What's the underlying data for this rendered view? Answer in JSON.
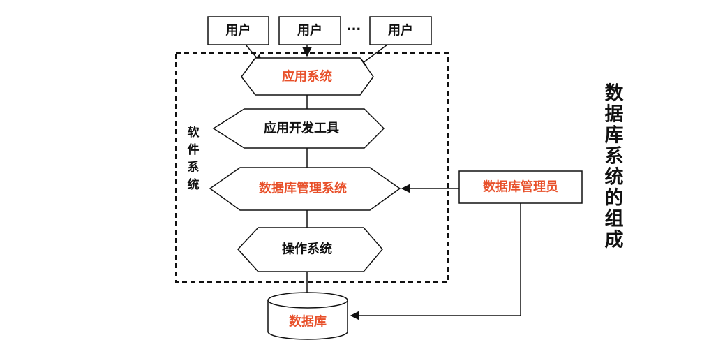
{
  "colors": {
    "accent": "#e8502a",
    "text": "#111111",
    "stroke": "#111111",
    "background": "#ffffff"
  },
  "users": {
    "user_label": "用户",
    "ellipsis": "···"
  },
  "layers": {
    "application_system": "应用系统",
    "dev_tools": "应用开发工具",
    "dbms": "数据库管理系统",
    "operating_system": "操作系统"
  },
  "software_system_label": [
    "软",
    "件",
    "系",
    "统"
  ],
  "dba": "数据库管理员",
  "database": "数据库",
  "title_chars": [
    "数",
    "据",
    "库",
    "系",
    "统",
    "的",
    "组",
    "成"
  ]
}
